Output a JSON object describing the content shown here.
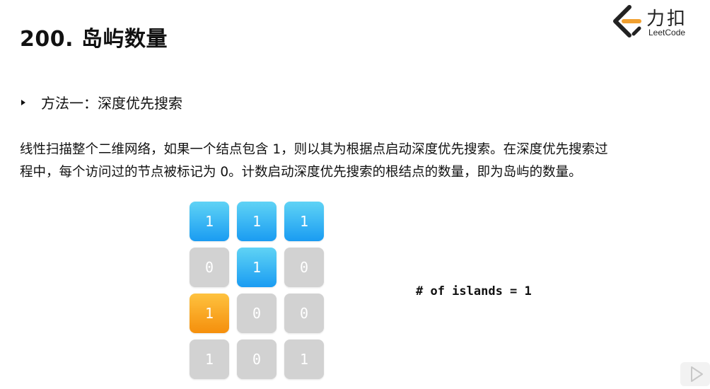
{
  "header": {
    "title": "200. 岛屿数量"
  },
  "logo": {
    "cn": "力扣",
    "en": "LeetCode"
  },
  "section": {
    "bullet_label": "方法一：深度优先搜索"
  },
  "paragraph": {
    "line1": "线性扫描整个二维网络，如果一个结点包含 1，则以其为根据点启动深度优先搜索。在深度优先搜索过",
    "line2": "程中，每个访问过的节点被标记为 0。计数启动深度优先搜索的根结点的数量，即为岛屿的数量。"
  },
  "grid": {
    "rows": [
      [
        {
          "value": "1",
          "state": "blue"
        },
        {
          "value": "1",
          "state": "blue"
        },
        {
          "value": "1",
          "state": "blue"
        }
      ],
      [
        {
          "value": "0",
          "state": "gray"
        },
        {
          "value": "1",
          "state": "blue"
        },
        {
          "value": "0",
          "state": "gray"
        }
      ],
      [
        {
          "value": "1",
          "state": "orange"
        },
        {
          "value": "0",
          "state": "gray"
        },
        {
          "value": "0",
          "state": "gray"
        }
      ],
      [
        {
          "value": "1",
          "state": "gray"
        },
        {
          "value": "0",
          "state": "gray"
        },
        {
          "value": "1",
          "state": "gray"
        }
      ]
    ]
  },
  "islands_label": "# of islands = 1",
  "icons": {
    "logo": "leetcode-logo-icon",
    "bullet": "triangle-bullet-icon",
    "play": "play-icon"
  },
  "colors": {
    "visited_blue": "#1a9cf2",
    "current_orange": "#f58f0c",
    "unvisited_gray": "#d2d2d2",
    "logo_orange": "#f0a030"
  }
}
